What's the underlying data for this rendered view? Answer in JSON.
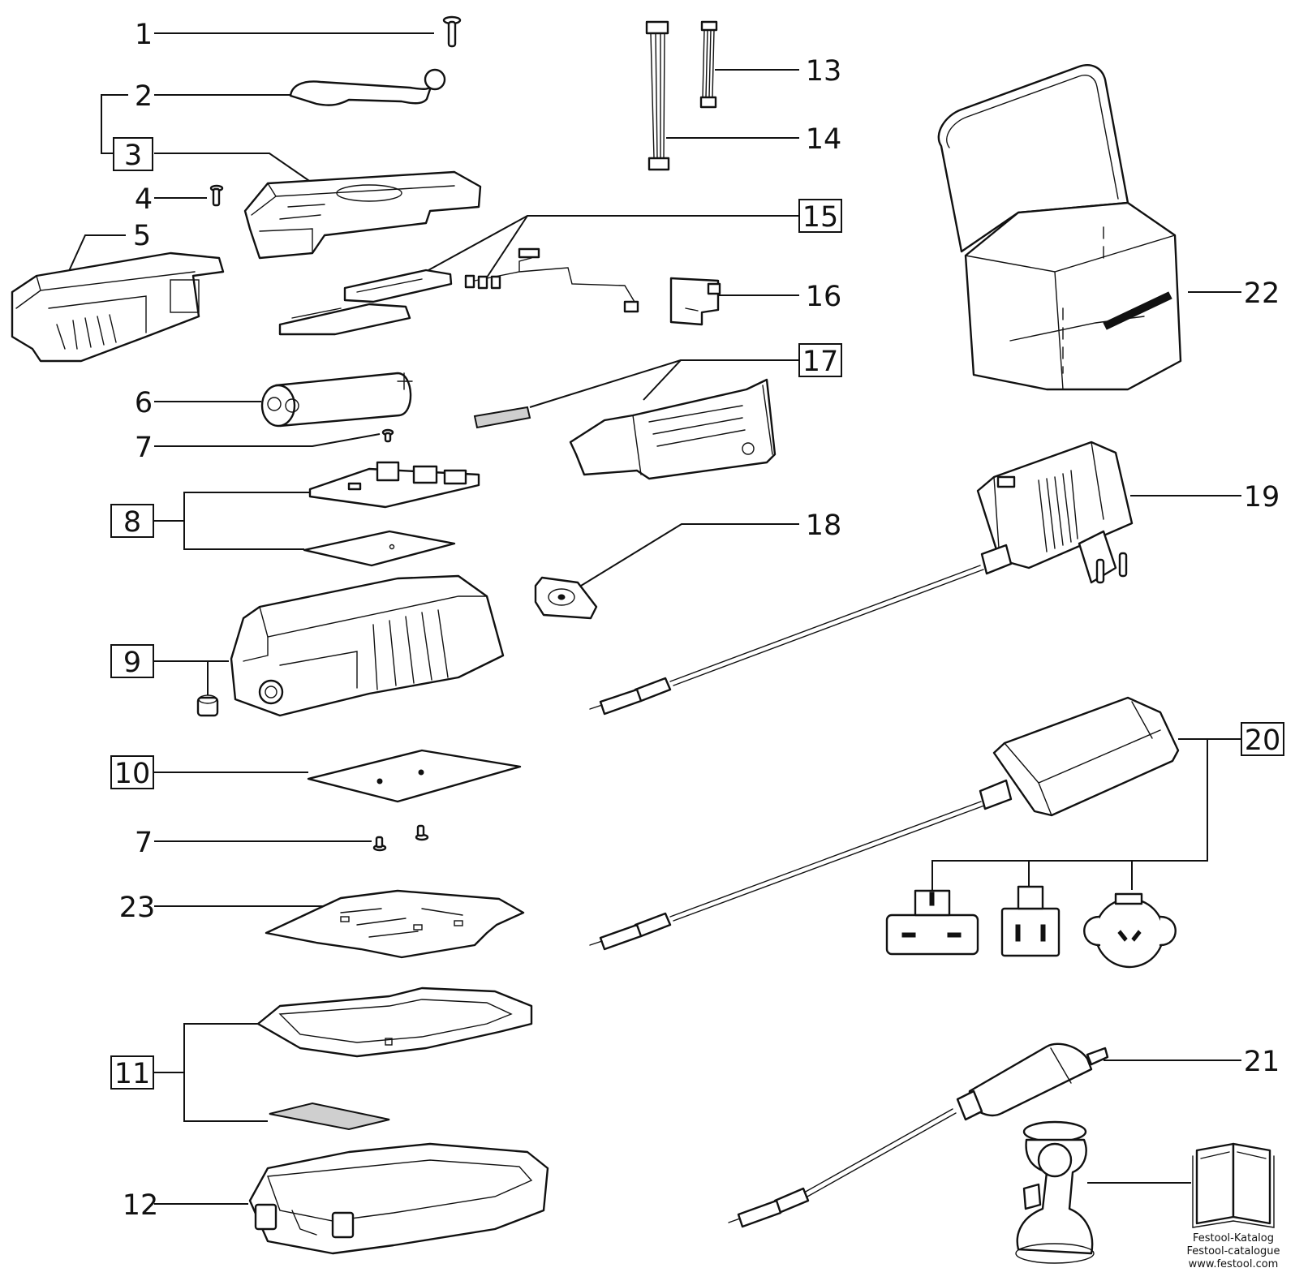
{
  "diagram": {
    "labels": {
      "p1": "1",
      "p2": "2",
      "p3": "3",
      "p4": "4",
      "p5": "5",
      "p6": "6",
      "p7a": "7",
      "p7b": "7",
      "p8": "8",
      "p9": "9",
      "p10": "10",
      "p11": "11",
      "p12": "12",
      "p13": "13",
      "p14": "14",
      "p15": "15",
      "p16": "16",
      "p17": "17",
      "p18": "18",
      "p19": "19",
      "p20": "20",
      "p21": "21",
      "p22": "22",
      "p23": "23"
    },
    "catalog": {
      "line1": "Festool-Katalog",
      "line2": "Festool-catalogue",
      "line3": "www.festool.com"
    }
  }
}
